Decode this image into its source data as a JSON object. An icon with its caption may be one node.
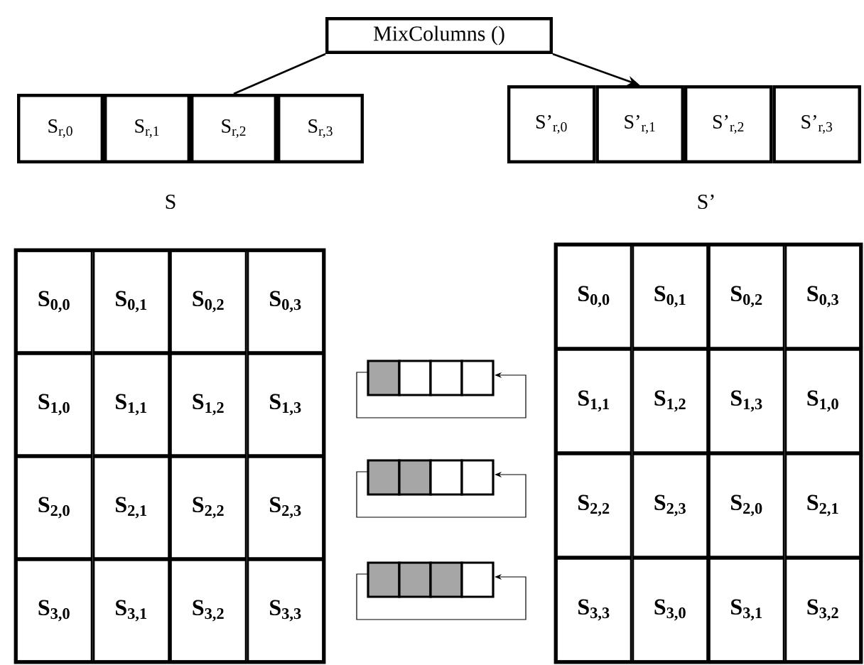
{
  "diagram": {
    "nodes": [
      {
        "text": [
          "MixColumns ()"
        ]
      },
      {
        "text": [
          "S$_{r,0}$"
        ]
      },
      {
        "text": [
          "S$_{r,1}$"
        ]
      },
      {
        "text": [
          "S$_{r,2}$"
        ]
      },
      {
        "text": [
          "S$_{r,3}$"
        ]
      },
      {
        "text": [
          "S’$_{r,0}$"
        ]
      },
      {
        "text": [
          "S’$_{r,1}$"
        ]
      },
      {
        "text": [
          "S’$_{r,2}$"
        ]
      },
      {
        "text": [
          "S’$_{r,3}$"
        ]
      }
    ],
    "edges": [
      {
        "from": 3,
        "to": 0,
        "arrow": "none"
      },
      {
        "from": 0,
        "to": 6,
        "arrow": "to"
      }
    ],
    "labels": [
      "S",
      "S’",
      "S$_{0,0}$",
      "S$_{0,1}$",
      "S$_{0,2}$",
      "S$_{0,3}$",
      "S$_{1,0}$",
      "S$_{1,1}$",
      "S$_{1,2}$",
      "S$_{1,3}$",
      "S$_{2,0}$",
      "S$_{2,1}$",
      "S$_{2,2}$",
      "S$_{2,3}$",
      "S$_{3,0}$",
      "S$_{3,1}$",
      "S$_{3,2}$",
      "S$_{3,3}$",
      "S$_{0,0}$",
      "S$_{0,1}$",
      "S$_{0,2}$",
      "S$_{0,3}$",
      "S$_{1,1}$",
      "S$_{1,2}$",
      "S$_{1,3}$",
      "S$_{1,0}$",
      "S$_{2,2}$",
      "S$_{2,3}$",
      "S$_{2,0}$",
      "S$_{2,1}$",
      "S$_{3,3}$",
      "S$_{3,0}$",
      "S$_{3,1}$",
      "S$_{3,2}$"
    ]
  }
}
